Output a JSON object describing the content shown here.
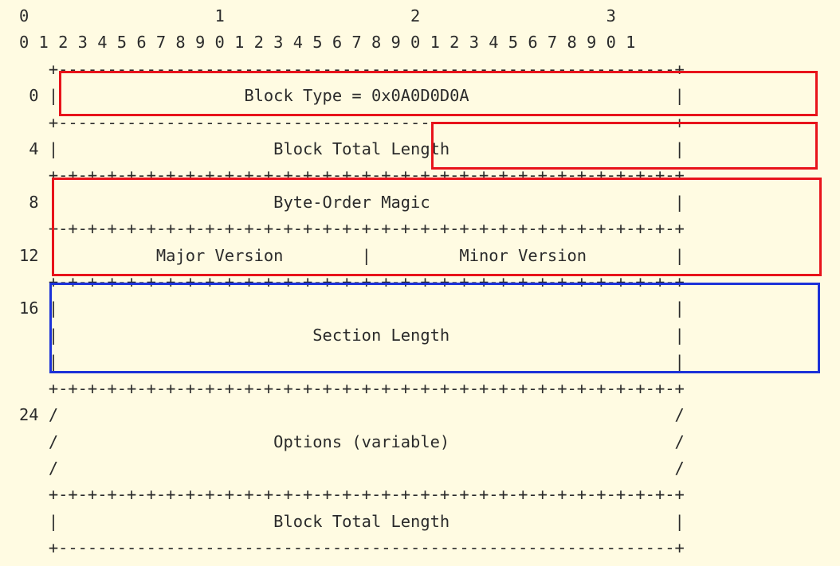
{
  "ruler": {
    "tens": "0                   1                   2                   3",
    "units": "0 1 2 3 4 5 6 7 8 9 0 1 2 3 4 5 6 7 8 9 0 1 2 3 4 5 6 7 8 9 0 1"
  },
  "rows": [
    "   +---------------------------------------------------------------+",
    " 0 |                   Block Type = 0x0A0D0D0A                     |",
    "   +---------------------------------------------------------------+",
    " 4 |                      Block Total Length                       |",
    "   +-+-+-+-+-+-+-+-+-+-+-+-+-+-+-+-+-+-+-+-+-+-+-+-+-+-+-+-+-+-+-+-+",
    " 8 |                      Byte-Order Magic                         |",
    "   +-+-+-+-+-+-+-+-+-+-+-+-+-+-+-+-+-+-+-+-+-+-+-+-+-+-+-+-+-+-+-+-+",
    "12 |          Major Version        |         Minor Version         |",
    "   +-+-+-+-+-+-+-+-+-+-+-+-+-+-+-+-+-+-+-+-+-+-+-+-+-+-+-+-+-+-+-+-+",
    "16 |                                                               |",
    "   |                          Section Length                       |",
    "   |                                                               |",
    "   +-+-+-+-+-+-+-+-+-+-+-+-+-+-+-+-+-+-+-+-+-+-+-+-+-+-+-+-+-+-+-+-+",
    "24 /                                                               /",
    "   /                      Options (variable)                       /",
    "   /                                                               /",
    "   +-+-+-+-+-+-+-+-+-+-+-+-+-+-+-+-+-+-+-+-+-+-+-+-+-+-+-+-+-+-+-+-+",
    "   |                      Block Total Length                       |",
    "   +---------------------------------------------------------------+"
  ],
  "highlights": {
    "block_type": "#e8131b",
    "block_total_length": "#e8131b",
    "byte_order_magic_and_version": "#e8131b",
    "section_length": "#1c32d8"
  }
}
